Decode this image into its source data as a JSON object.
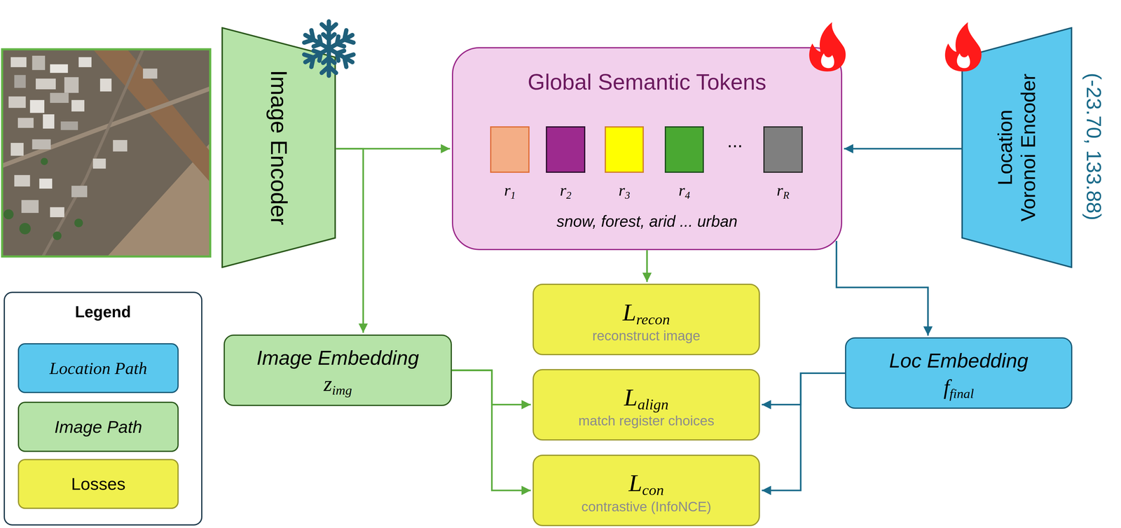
{
  "diagram": {
    "nodes": [
      {
        "text": [
          "Image Encoder"
        ]
      },
      {
        "text": [
          "Global Semantic Tokens",
          "snow, forest, arid ... urban"
        ]
      },
      {
        "text": [
          "r1"
        ],
        "in": 1
      },
      {
        "text": [
          "r2"
        ],
        "in": 1
      },
      {
        "text": [
          "r3"
        ],
        "in": 1
      },
      {
        "text": [
          "r4"
        ],
        "in": 1
      },
      {
        "text": [
          "rR"
        ],
        "in": 1
      },
      {
        "text": [
          "Location Voronoi Encoder"
        ]
      },
      {
        "text": [
          "Image Embedding",
          "zimg"
        ]
      },
      {
        "text": [
          "Lrecon",
          "reconstruct image"
        ]
      },
      {
        "text": [
          "Lalign",
          "match register choices"
        ]
      },
      {
        "text": [
          "Lcon",
          "contrastive (InfoNCE)"
        ]
      },
      {
        "text": [
          "Loc Embedding",
          "ffinal"
        ]
      }
    ],
    "edges": [
      {
        "from": 0,
        "to": 1,
        "arrow": "to"
      },
      {
        "from": 0,
        "to": 8,
        "arrow": "to"
      },
      {
        "from": 7,
        "to": 1,
        "arrow": "to"
      },
      {
        "from": 1,
        "to": 9,
        "arrow": "to"
      },
      {
        "from": 1,
        "to": 12,
        "arrow": "to"
      },
      {
        "from": 8,
        "to": 10,
        "arrow": "to"
      },
      {
        "from": 8,
        "to": 11,
        "arrow": "to"
      },
      {
        "from": 12,
        "to": 10,
        "arrow": "to"
      },
      {
        "from": 12,
        "to": 11,
        "arrow": "to"
      }
    ],
    "labels": [
      "(-23.70, 133.88)",
      "...",
      "Legend"
    ],
    "legend": [
      {
        "text": "Location Path",
        "color": "#5bc8ee"
      },
      {
        "text": "Image Path",
        "color": "#b6e3a8"
      },
      {
        "text": "Losses",
        "color": "#f0f04e"
      }
    ]
  }
}
